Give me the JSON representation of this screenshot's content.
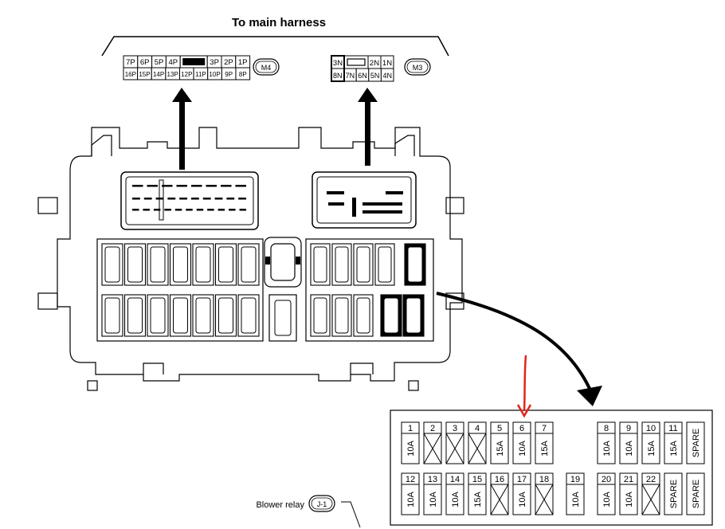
{
  "title": "To main harness",
  "connectors": {
    "m4": {
      "badge": "M4",
      "top_row": [
        "7P",
        "6P",
        "5P",
        "4P",
        "",
        "3P",
        "2P",
        "1P"
      ],
      "bottom_row": [
        "16P",
        "15P",
        "14P",
        "13P",
        "12P",
        "11P",
        "10P",
        "9P",
        "8P"
      ]
    },
    "m3": {
      "badge": "M3",
      "top_row": [
        "3N",
        "",
        "2N",
        "1N"
      ],
      "bottom_row": [
        "8N",
        "7N",
        "6N",
        "5N",
        "4N"
      ]
    }
  },
  "blower_relay": {
    "label": "Blower relay",
    "badge": "J-1"
  },
  "fuse_layout": {
    "row1": [
      {
        "num": "1",
        "rating": "10A",
        "empty": false
      },
      {
        "num": "2",
        "rating": "",
        "empty": true
      },
      {
        "num": "3",
        "rating": "",
        "empty": true
      },
      {
        "num": "4",
        "rating": "",
        "empty": true
      },
      {
        "num": "5",
        "rating": "15A",
        "empty": false
      },
      {
        "num": "6",
        "rating": "10A",
        "empty": false
      },
      {
        "num": "7",
        "rating": "15A",
        "empty": false
      },
      {
        "num": "8",
        "rating": "10A",
        "empty": false
      },
      {
        "num": "9",
        "rating": "10A",
        "empty": false
      },
      {
        "num": "10",
        "rating": "15A",
        "empty": false
      },
      {
        "num": "11",
        "rating": "15A",
        "empty": false
      },
      {
        "num": "",
        "rating": "SPARE",
        "empty": false
      }
    ],
    "row2": [
      {
        "num": "12",
        "rating": "10A",
        "empty": false
      },
      {
        "num": "13",
        "rating": "10A",
        "empty": false
      },
      {
        "num": "14",
        "rating": "10A",
        "empty": false
      },
      {
        "num": "15",
        "rating": "15A",
        "empty": false
      },
      {
        "num": "16",
        "rating": "",
        "empty": true
      },
      {
        "num": "17",
        "rating": "10A",
        "empty": false
      },
      {
        "num": "18",
        "rating": "",
        "empty": true
      },
      {
        "num": "19",
        "rating": "10A",
        "empty": false
      },
      {
        "num": "20",
        "rating": "10A",
        "empty": false
      },
      {
        "num": "21",
        "rating": "10A",
        "empty": false
      },
      {
        "num": "22",
        "rating": "",
        "empty": true
      },
      {
        "num": "",
        "rating": "SPARE",
        "empty": false
      },
      {
        "num": "",
        "rating": "SPARE",
        "empty": false
      }
    ]
  },
  "colors": {
    "line": "#000000",
    "fill_dark": "#111111",
    "annotation_arrow": "#e0261c"
  }
}
